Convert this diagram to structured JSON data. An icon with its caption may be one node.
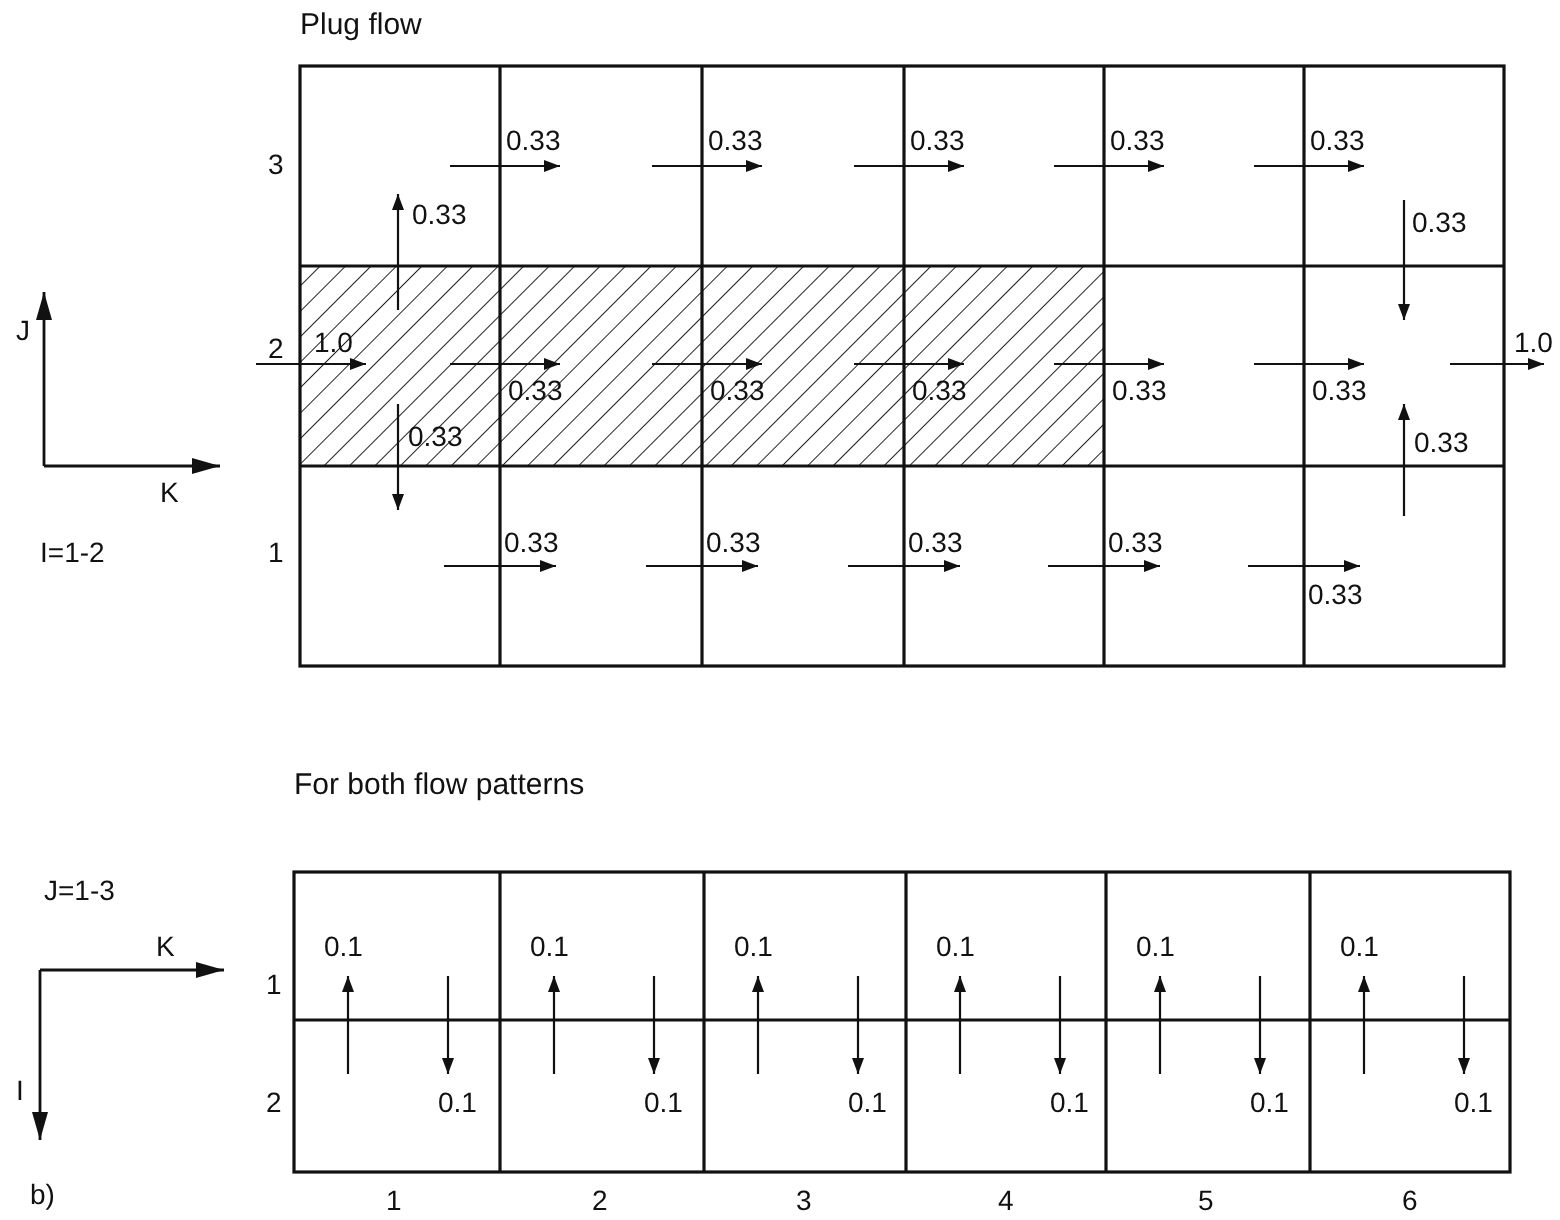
{
  "diagram": {
    "labels": [
      "Plug flow",
      "3",
      "0.33",
      "0.33",
      "0.33",
      "0.33",
      "0.33",
      "0.33",
      "0.33",
      "J",
      "2",
      "1.0",
      "0.33",
      "0.33",
      "0.33",
      "0.33",
      "0.33",
      "1.0",
      "0.33",
      "0.33",
      "K",
      "I=1-2",
      "1",
      "0.33",
      "0.33",
      "0.33",
      "0.33",
      "0.33",
      "For both flow patterns",
      "J=1-3",
      "K",
      "0.1",
      "0.1",
      "0.1",
      "0.1",
      "0.1",
      "0.1",
      "1",
      "I",
      "2",
      "0.1",
      "0.1",
      "0.1",
      "0.1",
      "0.1",
      "0.1",
      "b)",
      "1",
      "2",
      "3",
      "4",
      "5",
      "6"
    ]
  }
}
